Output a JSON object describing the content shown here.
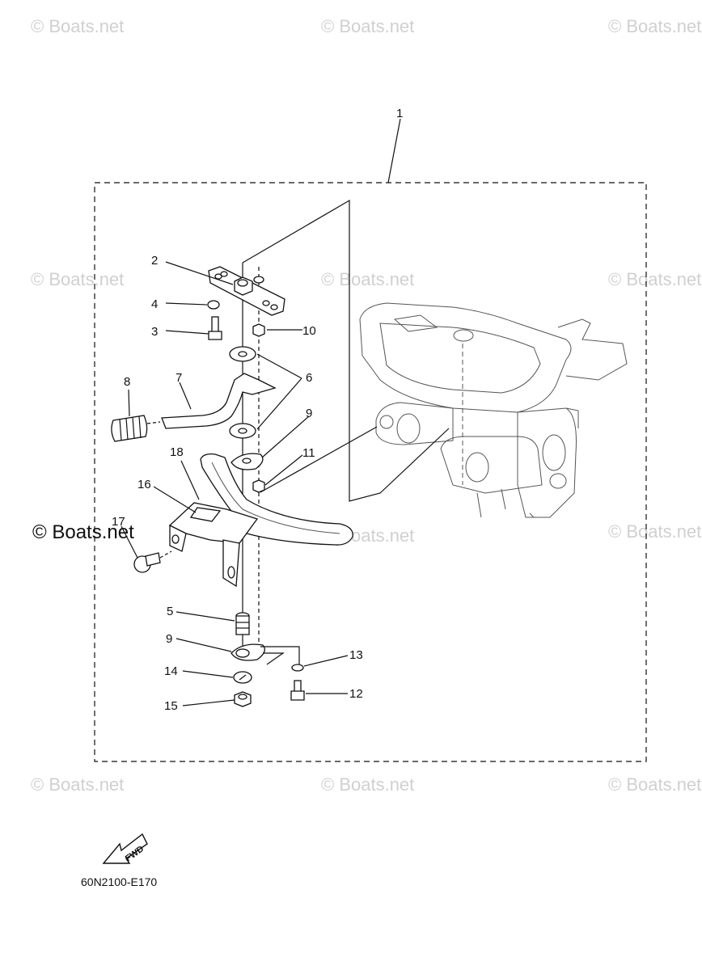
{
  "watermarks": {
    "text": "© Boats.net",
    "highlight": "© Boats.net"
  },
  "callouts": [
    "1",
    "2",
    "3",
    "4",
    "5",
    "6",
    "7",
    "8",
    "9",
    "9",
    "10",
    "11",
    "12",
    "13",
    "14",
    "15",
    "16",
    "17",
    "18"
  ],
  "fwd_label": "FWD",
  "diagram_code": "60N2100-E170"
}
